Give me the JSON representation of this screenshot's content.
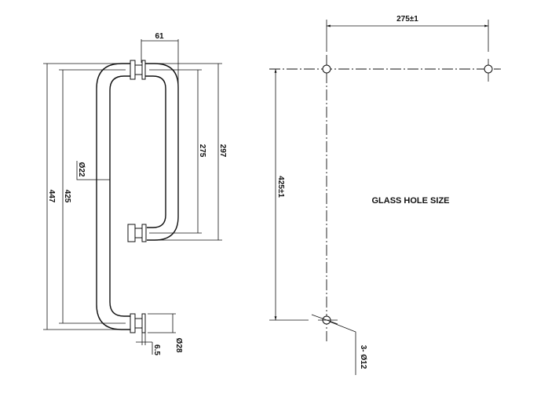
{
  "handle_view": {
    "width_dim": "61",
    "total_length_dim": "447",
    "center_length_dim": "425",
    "short_leg_center_dim": "275",
    "short_leg_total_dim": "297",
    "tube_diameter_dim": "Ø22",
    "standoff_diameter_dim": "Ø28",
    "standoff_thickness_dim": "6.5"
  },
  "hole_view": {
    "title": "GLASS HOLE SIZE",
    "horizontal_spacing_dim": "275±1",
    "vertical_spacing_dim": "425±1",
    "hole_callout": "3- Ø12"
  }
}
